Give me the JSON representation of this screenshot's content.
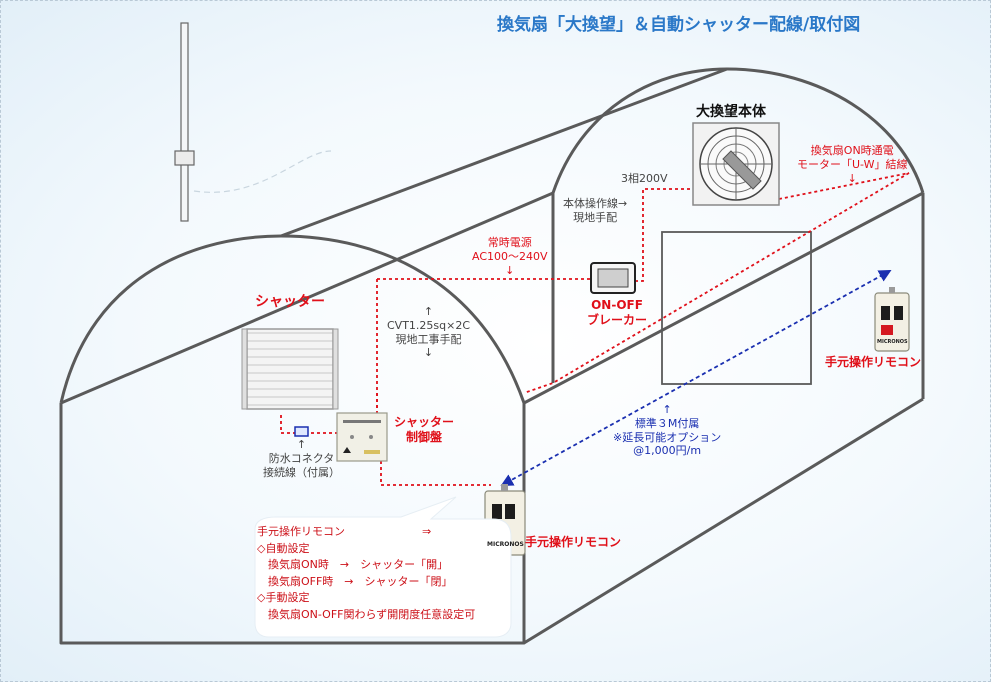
{
  "title": "換気扇「大換望」＆自動シャッター配線/取付図",
  "fan": {
    "name": "大換望本体",
    "note_line1": "換気扇ON時通電",
    "note_line2": "モーター「U-W」結線",
    "note_arrow": "↓"
  },
  "power": {
    "three_phase": "3相200V",
    "body_wire_line1": "本体操作線→",
    "body_wire_line2": "現地手配",
    "constant_line1": "常時電源",
    "constant_line2": "AC100～240V",
    "constant_arrow": "↓"
  },
  "breaker": {
    "line1": "ON-OFF",
    "line2": "ブレーカー"
  },
  "shutter": {
    "name": "シャッター"
  },
  "cable": {
    "arrow_up": "↑",
    "line1": "CVT1.25sq×2C",
    "line2": "現地工事手配",
    "arrow_down": "↓"
  },
  "controller": {
    "line1": "シャッター",
    "line2": "制御盤"
  },
  "connector": {
    "arrow": "↑",
    "line1": "防水コネクタ",
    "line2": "接続線（付属）"
  },
  "remote_cable": {
    "arrow": "↑",
    "line1": "標準３M付属",
    "line2": "※延長可能オプション",
    "line3": "@1,000円/m"
  },
  "remote_right": {
    "label": "手元操作リモコン",
    "brand": "MICRONOS"
  },
  "remote_front": {
    "label": "手元操作リモコン",
    "brand": "MICRONOS"
  },
  "note": {
    "line1": "手元操作リモコン　　　　　　　⇒",
    "line2": "◇自動設定",
    "line3": "　換気扇ON時　→　シャッター「開」",
    "line4": "　換気扇OFF時　→　シャッター「閉」",
    "line5": "◇手動設定",
    "line6": "　換気扇ON-OFF関わらず開閉度任意設定可"
  },
  "colors": {
    "title": "#2a78c8",
    "wire_red": "#e0101a",
    "wire_blue": "#1a2fb0",
    "frame": "#555555"
  }
}
